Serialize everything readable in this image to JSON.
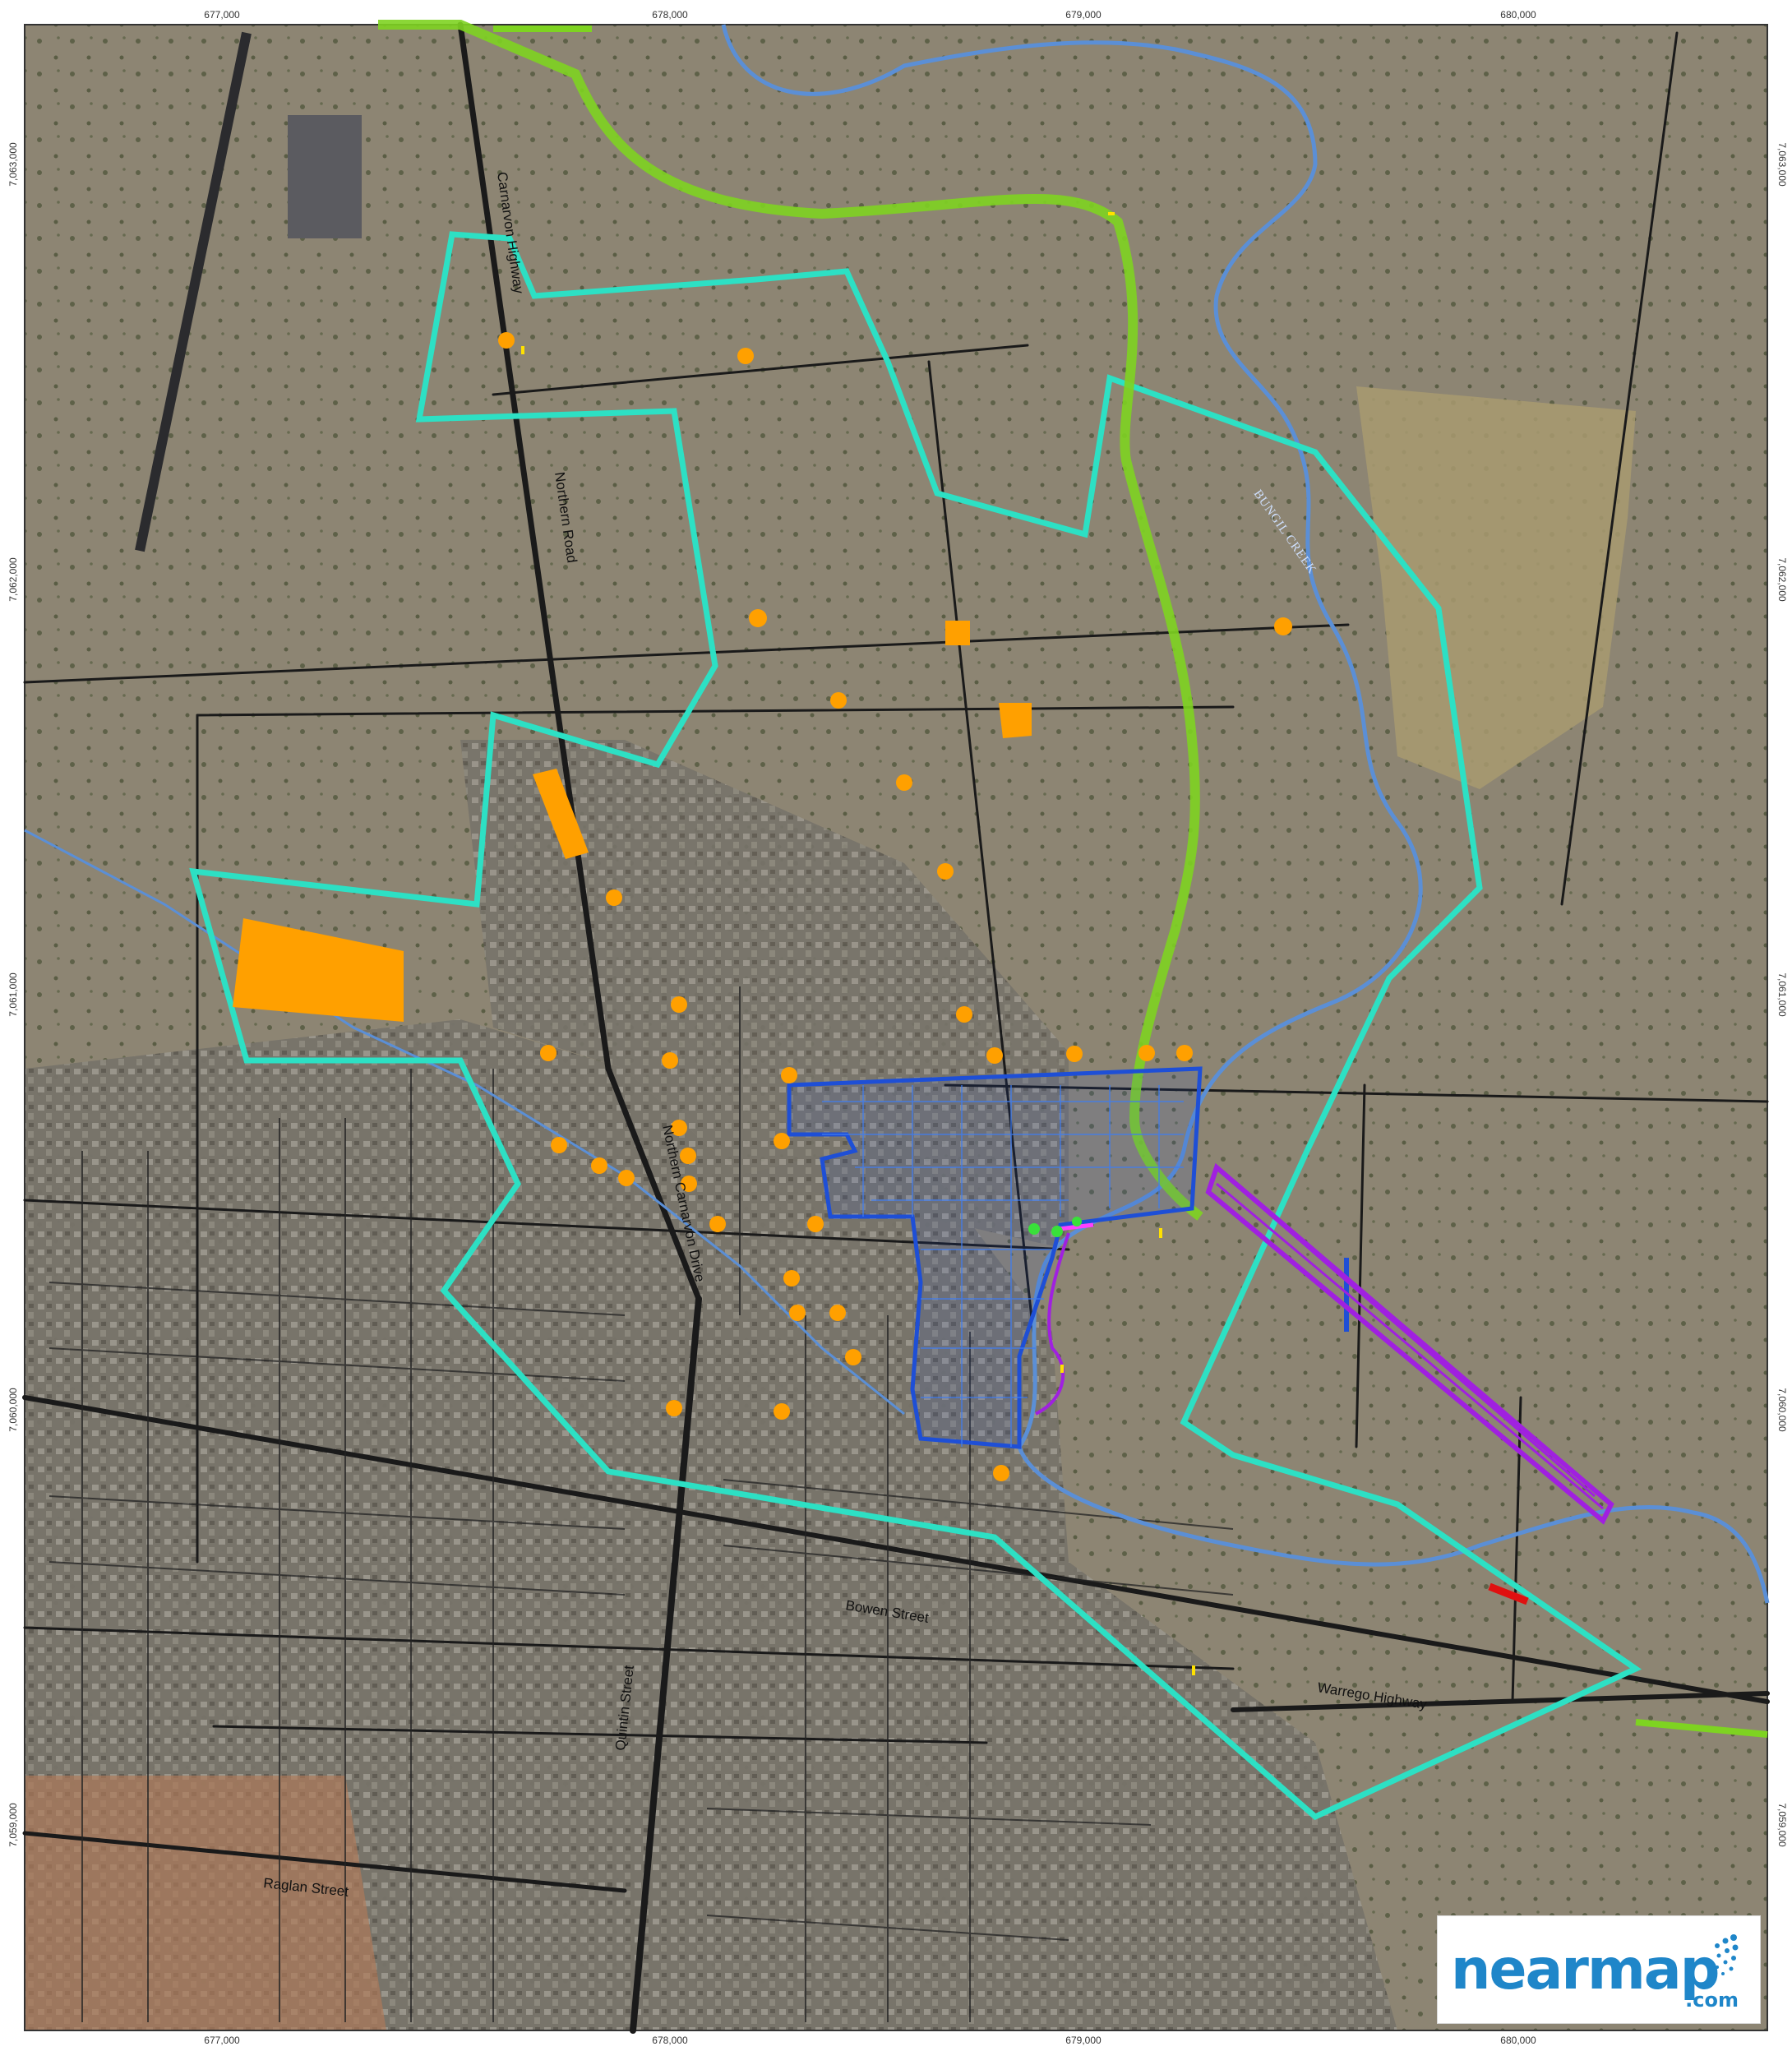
{
  "map": {
    "grid_easting_labels": [
      "677,000",
      "678,000",
      "679,000",
      "680,000"
    ],
    "grid_northing_labels": [
      "7,063,000",
      "7,062,000",
      "7,061,000",
      "7,060,000",
      "7,059,000"
    ],
    "road_labels": {
      "carnarvon_highway": "Carnarvon Highway",
      "northern_road": "Northern Road",
      "northern_carnarvon_drive": "Northern Carnarvon Drive",
      "bowen_street": "Bowen Street",
      "warrego_highway": "Warrego Highway",
      "quintin_street": "Quintin Street",
      "raglan_street": "Raglan Street"
    },
    "creek_label": "BUNGIL CREEK",
    "colors": {
      "imagery_base": "#8a8472",
      "urban": "#6f6a60",
      "roads": "#1a1a1a",
      "creek": "#5b8fd6",
      "study_boundary": "#2de0c4",
      "green_route": "#7ed321",
      "blue_area": "#1e4fd6",
      "purple_corridor": "#a020e0",
      "orange_sites": "#ffa000",
      "red_segment": "#e01010",
      "yellow_markers": "#ffe100"
    },
    "icons": [
      "nearmap-logo-icon"
    ]
  },
  "logo": {
    "brand": "nearmap",
    "domain": ".com"
  }
}
